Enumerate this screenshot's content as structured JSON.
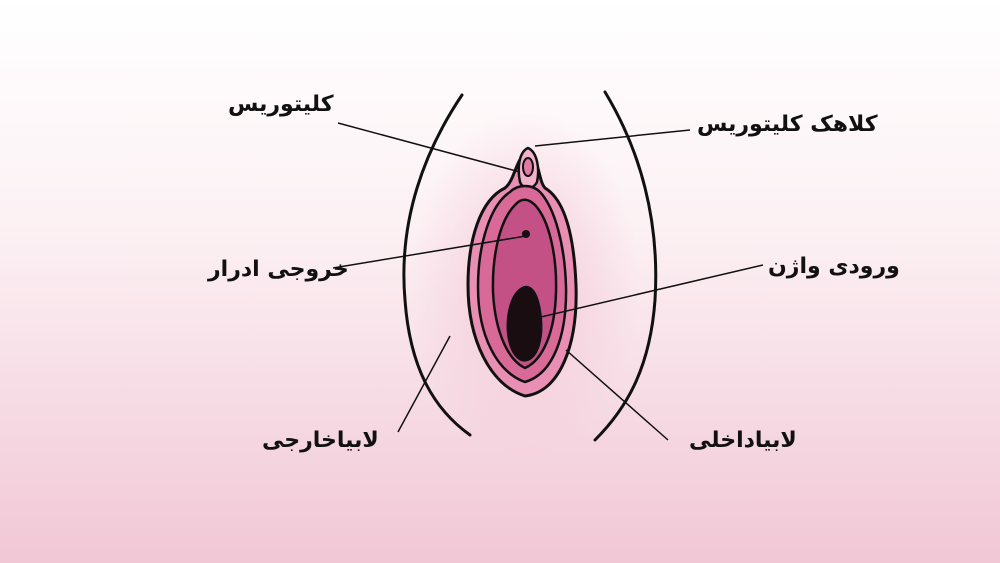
{
  "colors": {
    "background_top": "#ffffff",
    "background_bottom": "#f1c7d5",
    "outline": "#111111",
    "skin_shadow": "#f3c6d6",
    "outer_tissue": "#e88fb3",
    "inner_tissue": "#d96a98",
    "deep_tissue": "#c45186",
    "opening": "#1a0d12"
  },
  "labels": {
    "clitoris": "کلیتوریس",
    "clitoral_hood": "کلاهک کلیتوریس",
    "urethral_opening": "خروجی ادرار",
    "vaginal_opening": "ورودی واژن",
    "labia_majora": "لابیاخارجی",
    "labia_minora": "لابیاداخلی"
  }
}
